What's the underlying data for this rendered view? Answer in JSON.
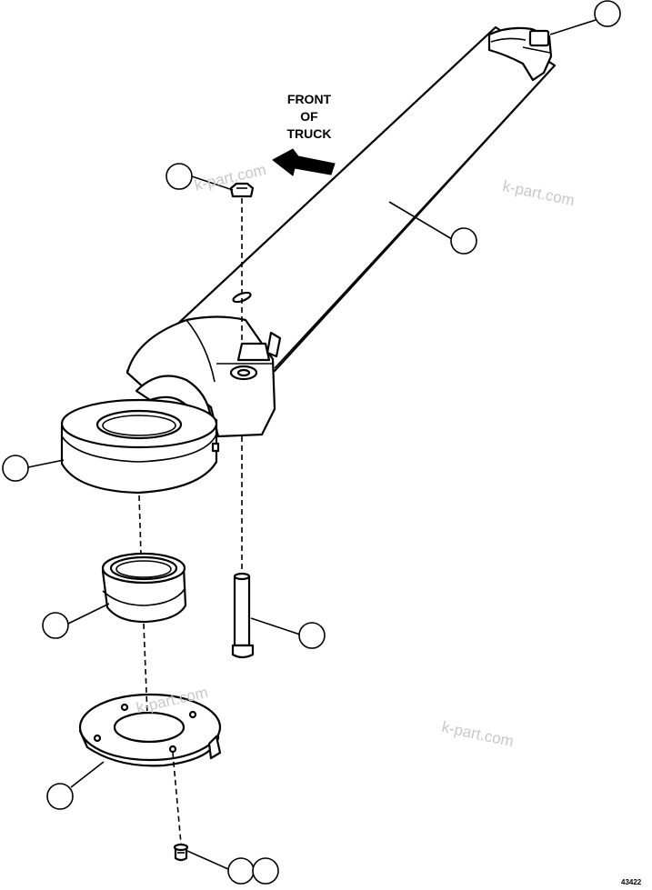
{
  "direction_note": {
    "line1": "FRONT",
    "line2": "OF",
    "line3": "TRUCK"
  },
  "watermarks": [
    "k-part.com",
    "k-part.com",
    "k-part.com",
    "k-part.com"
  ],
  "figure_number": "43422",
  "callouts": [
    {
      "id": "end-clamp",
      "label": ""
    },
    {
      "id": "nut",
      "label": ""
    },
    {
      "id": "axle-tube",
      "label": ""
    },
    {
      "id": "bearing-housing",
      "label": ""
    },
    {
      "id": "bearing",
      "label": ""
    },
    {
      "id": "bolt",
      "label": ""
    },
    {
      "id": "retainer-plate",
      "label": ""
    },
    {
      "id": "screw-a",
      "label": ""
    },
    {
      "id": "screw-b",
      "label": ""
    }
  ],
  "colors": {
    "line": "#000000",
    "background": "#ffffff",
    "watermark": "#c8c8c8"
  }
}
